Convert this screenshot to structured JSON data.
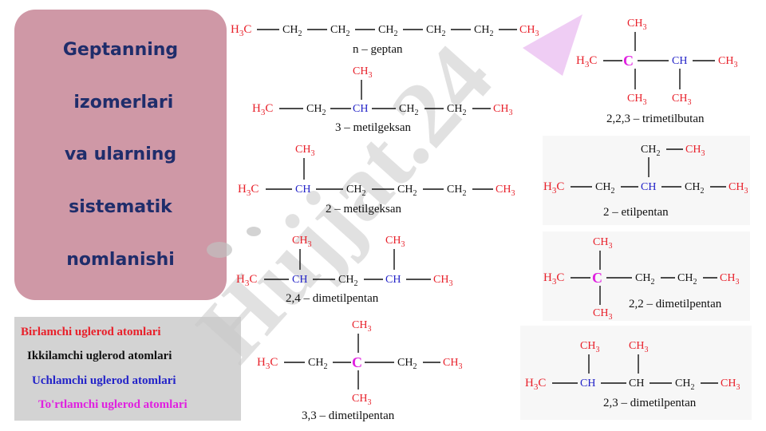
{
  "title": {
    "lines": [
      "Geptanning",
      " izomerlari",
      "va ularning",
      "sistematik",
      "nomlanishi"
    ],
    "color": "#1f2d6b",
    "background": "#cf98a6"
  },
  "legend": {
    "items": [
      {
        "label": "Birlamchi uglerod atomlari",
        "color": "#e8202a"
      },
      {
        "label": "Ikkilamchi uglerod atomlari",
        "color": "#111111"
      },
      {
        "label": "Uchlamchi uglerod atomlari",
        "color": "#2323c8"
      },
      {
        "label": "To'rtlamchi uglerod atomlari",
        "color": "#e020e0"
      }
    ]
  },
  "watermark": {
    "text": "Hujjat.24",
    "color": "#c8c8c8",
    "accent": "#d070e0"
  },
  "molecules": {
    "heptane": "n – geptan",
    "methylhexane3": "3 – metilgeksan",
    "methylhexane2": "2 – metilgeksan",
    "dimethylpentane24": "2,4 – dimetilpentan",
    "dimethylpentane33": "3,3 – dimetilpentan",
    "trimethylbutane": "2,2,3 – trimetilbutan",
    "ethylpentane": "2 – etilpentan",
    "dimethylpentane22": "2,2 – dimetilpentan",
    "dimethylpentane23": "2,3 – dimetilpentan"
  },
  "colors": {
    "primary": "#e8202a",
    "secondary": "#111111",
    "tertiary": "#2323c8",
    "quaternary": "#e020e0"
  }
}
